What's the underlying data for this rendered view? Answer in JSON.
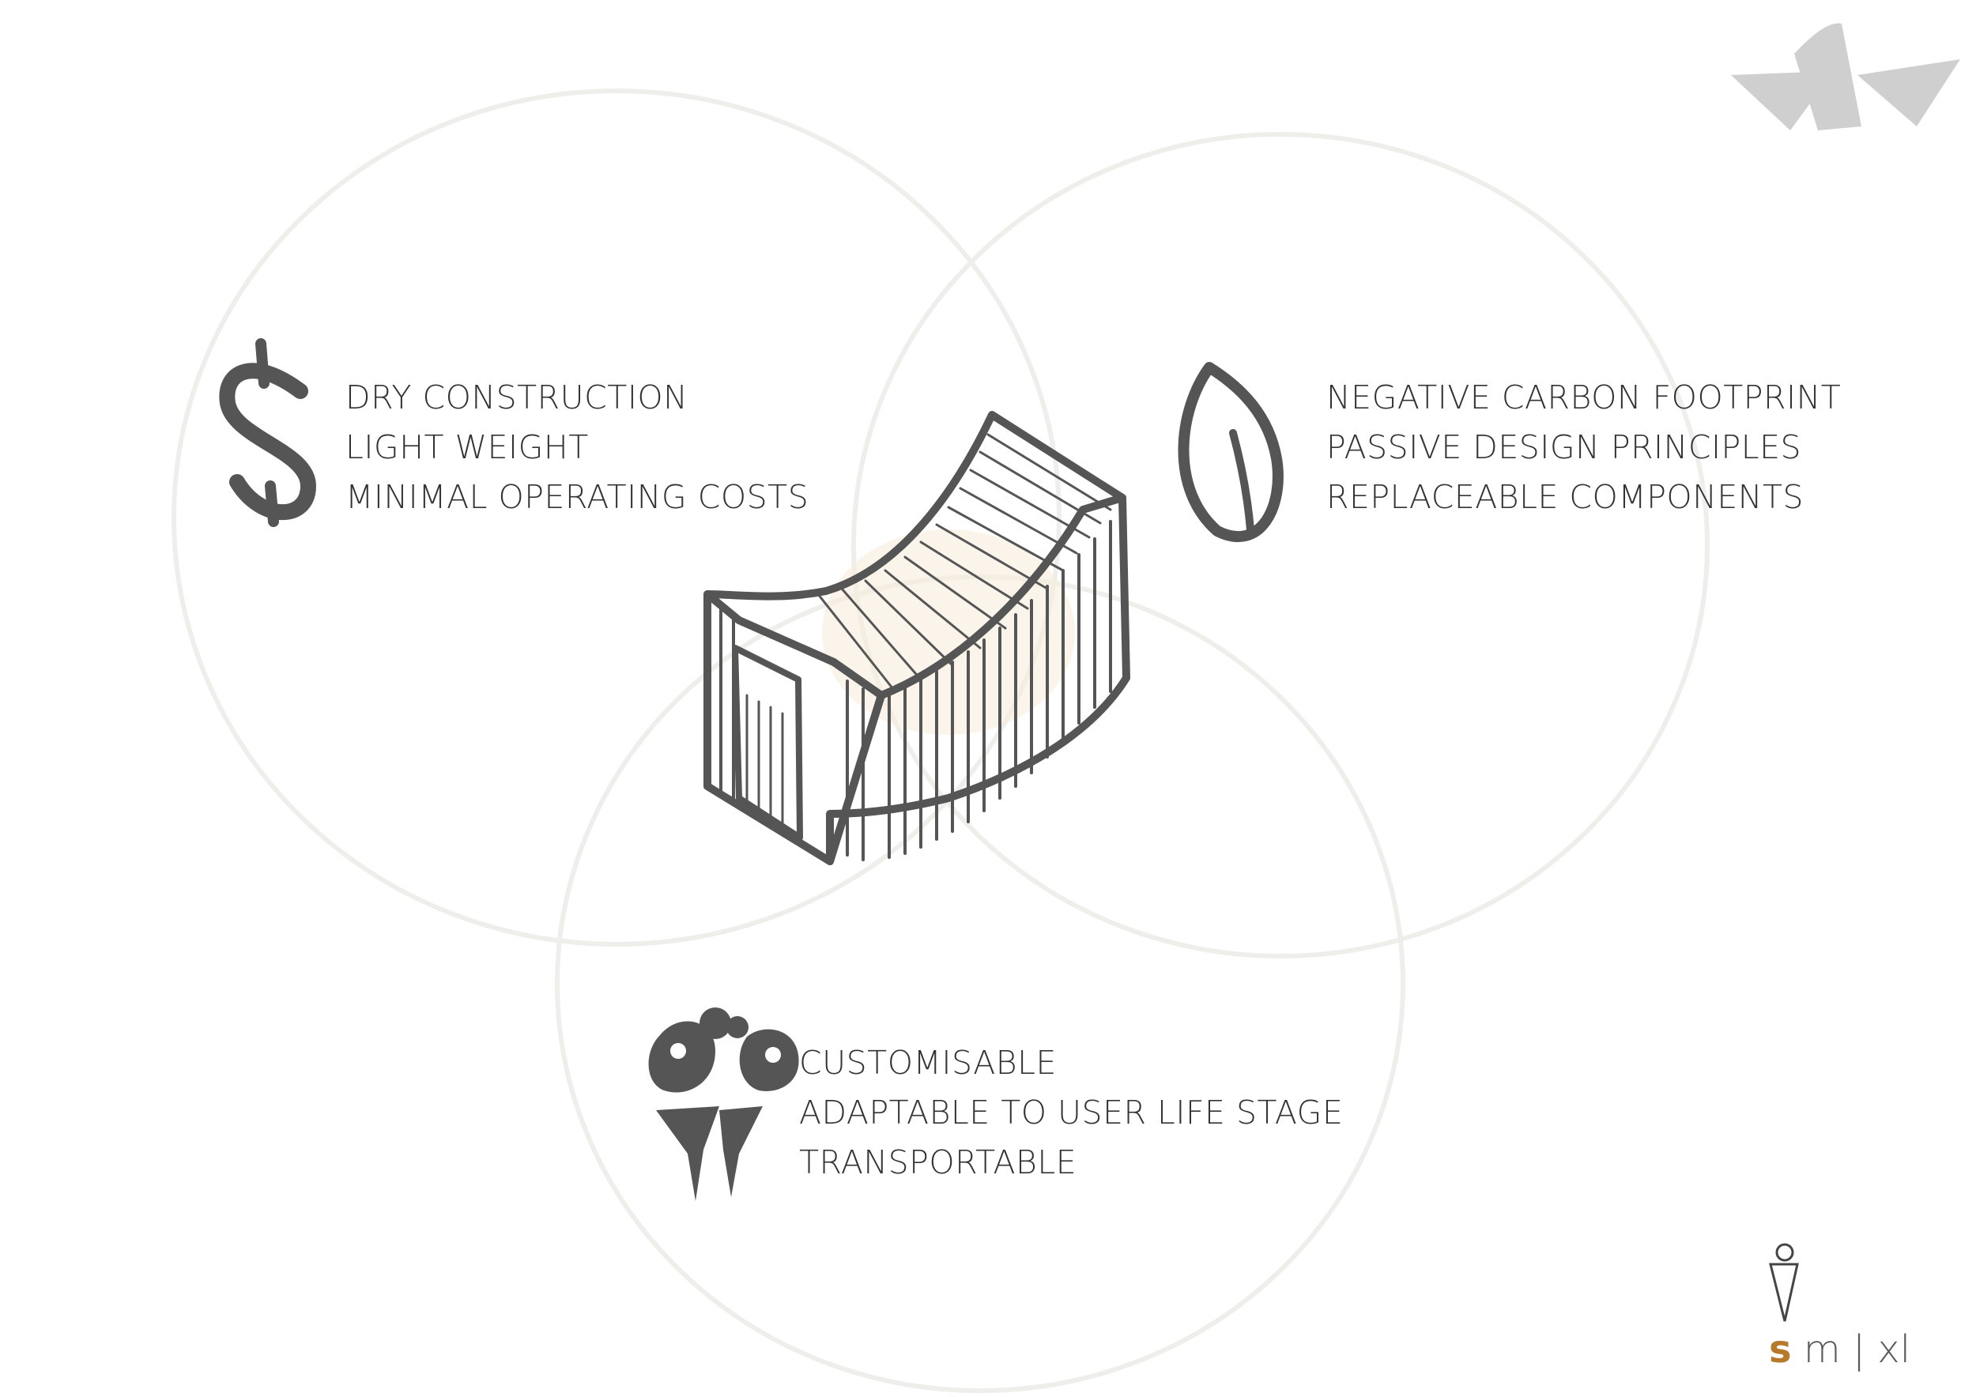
{
  "groups": {
    "cost": {
      "icon": "dollar-icon",
      "lines": [
        "DRY CONSTRUCTION",
        "LIGHT WEIGHT",
        "MINIMAL OPERATING COSTS"
      ]
    },
    "environment": {
      "icon": "leaf-icon",
      "lines": [
        "NEGATIVE CARBON FOOTPRINT",
        "PASSIVE DESIGN PRINCIPLES",
        "REPLACEABLE COMPONENTS"
      ]
    },
    "social": {
      "icon": "people-icon",
      "lines": [
        "CUSTOMISABLE",
        "ADAPTABLE TO USER LIFE STAGE",
        "TRANSPORTABLE"
      ]
    }
  },
  "center": {
    "icon": "curved-roof-building-sketch"
  },
  "branding": {
    "logo_top": "opera-house-shells-logo",
    "figure_icon": "figure-logo-icon",
    "s": "s",
    "rest": " m | xl"
  },
  "colors": {
    "ink": "#555555",
    "text": "#333333",
    "circle": "#eeeeea",
    "logo": "#cfcfcf",
    "accent": "#b77a2a",
    "highlight": "#f6ecdc"
  }
}
